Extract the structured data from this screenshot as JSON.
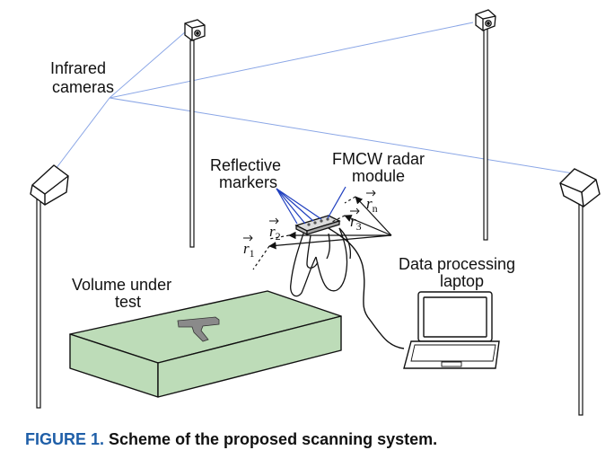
{
  "figure": {
    "labels": {
      "infrared_cameras": [
        "Infrared",
        "cameras"
      ],
      "reflective_markers": [
        "Reflective",
        "markers"
      ],
      "fmcw_radar_module": [
        "FMCW radar",
        "module"
      ],
      "data_processing_laptop": [
        "Data processing",
        "laptop"
      ],
      "volume_under_test": [
        "Volume under",
        "test"
      ]
    },
    "position_vectors": [
      {
        "name": "r",
        "subscript": "1"
      },
      {
        "name": "r",
        "subscript": "2"
      },
      {
        "name": "r",
        "subscript": "3"
      },
      {
        "name": "r",
        "subscript": "n"
      }
    ],
    "colors": {
      "volume_fill": "#bddcb8",
      "camera_ray": "#8aa6e6",
      "marker_leader": "#1f3fbf",
      "caption_accent": "#1f5fa8"
    }
  },
  "caption": {
    "number": "FIGURE 1.",
    "text": "Scheme of the proposed scanning system."
  }
}
